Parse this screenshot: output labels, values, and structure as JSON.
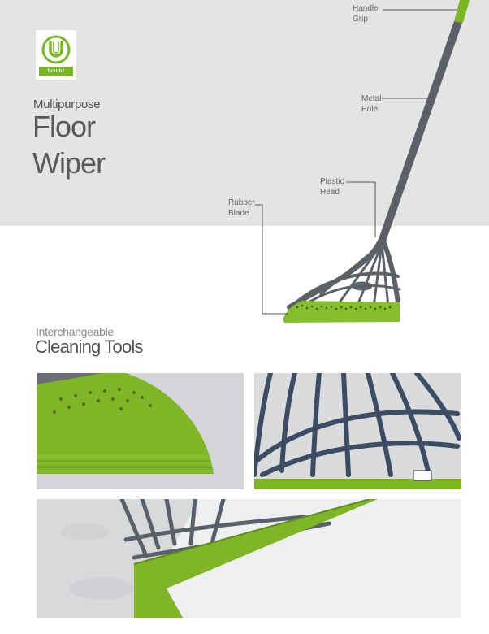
{
  "brand": {
    "logo_text": "Scrubz",
    "accent_color": "#7ab524",
    "pole_color": "#5d6167"
  },
  "hero": {
    "kicker": "Multipurpose",
    "title_line1": "Floor",
    "title_line2": "Wiper"
  },
  "callouts": {
    "handle_grip": [
      "Handle",
      "Grip"
    ],
    "metal_pole": [
      "Metal",
      "Pole"
    ],
    "plastic_head": [
      "Plastic",
      "Head"
    ],
    "rubber_blade": [
      "Rubber",
      "Blade"
    ]
  },
  "section": {
    "kicker": "Interchangeable",
    "title": "Cleaning Tools"
  },
  "photos": [
    {
      "subject": "rubber-blade-closeup"
    },
    {
      "subject": "plastic-head-closeup"
    },
    {
      "subject": "wiper-on-wet-floor"
    }
  ]
}
